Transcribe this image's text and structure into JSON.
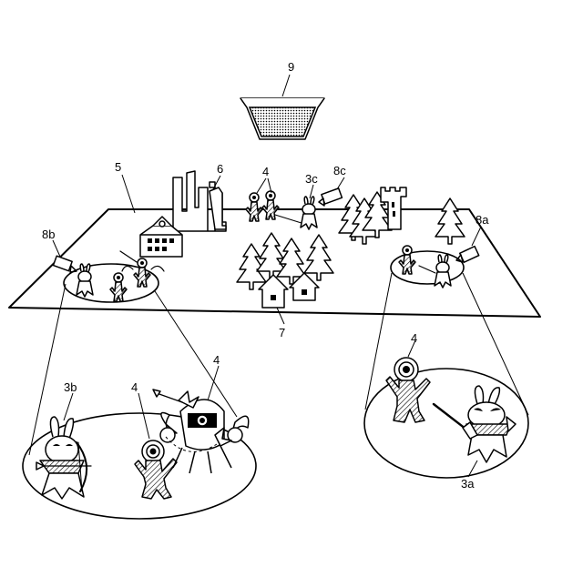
{
  "labels": {
    "display": "9",
    "field": "5",
    "building": "6",
    "characters_top": "4",
    "camera_c_char": "3c",
    "camera_c": "8c",
    "camera_a": "8a",
    "camera_b": "8b",
    "houses": "7",
    "zoom_b_char": "3b",
    "zoom_b_enemy_1": "4",
    "zoom_b_enemy_2": "4",
    "zoom_a_enemy": "4",
    "zoom_a_char": "3a"
  },
  "colors": {
    "ink": "#000000",
    "paper": "#ffffff"
  }
}
